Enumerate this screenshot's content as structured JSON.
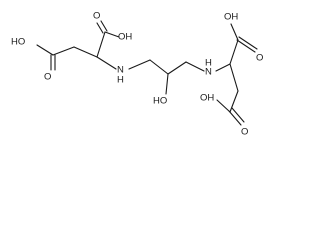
{
  "labels": {
    "oh_acid1": "OH",
    "o_acid1": "O",
    "ho_acid2": "HO",
    "o_acid2": "O",
    "nh_left": "N",
    "h_left": "H",
    "ho_center": "HO",
    "nh_right": "N",
    "h_right": "H",
    "oh_acid3": "OH",
    "o_acid3": "O",
    "oh_acid4": "OH",
    "o_acid4": "O"
  }
}
